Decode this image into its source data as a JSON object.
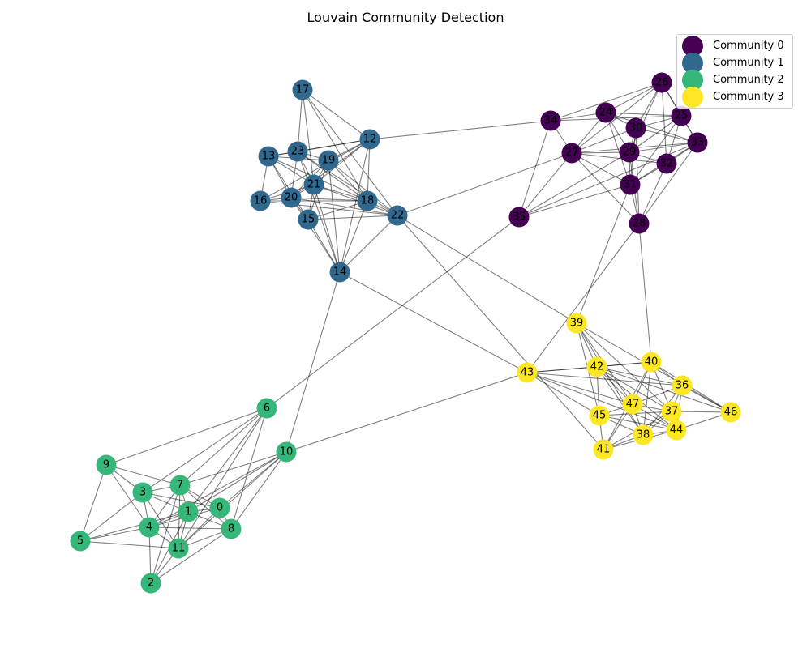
{
  "title": "Louvain Community Detection",
  "communities": [
    {
      "id": 0,
      "label": "Community 0",
      "color": "#440154"
    },
    {
      "id": 1,
      "label": "Community 1",
      "color": "#31688e"
    },
    {
      "id": 2,
      "label": "Community 2",
      "color": "#35b779"
    },
    {
      "id": 3,
      "label": "Community 3",
      "color": "#fde725"
    }
  ],
  "nodes": [
    {
      "id": "0",
      "community": 2
    },
    {
      "id": "1",
      "community": 2
    },
    {
      "id": "2",
      "community": 2
    },
    {
      "id": "3",
      "community": 2
    },
    {
      "id": "4",
      "community": 2
    },
    {
      "id": "5",
      "community": 2
    },
    {
      "id": "6",
      "community": 2
    },
    {
      "id": "7",
      "community": 2
    },
    {
      "id": "8",
      "community": 2
    },
    {
      "id": "9",
      "community": 2
    },
    {
      "id": "10",
      "community": 2
    },
    {
      "id": "11",
      "community": 2
    },
    {
      "id": "12",
      "community": 1
    },
    {
      "id": "13",
      "community": 1
    },
    {
      "id": "14",
      "community": 1
    },
    {
      "id": "15",
      "community": 1
    },
    {
      "id": "16",
      "community": 1
    },
    {
      "id": "17",
      "community": 1
    },
    {
      "id": "18",
      "community": 1
    },
    {
      "id": "19",
      "community": 1
    },
    {
      "id": "20",
      "community": 1
    },
    {
      "id": "21",
      "community": 1
    },
    {
      "id": "22",
      "community": 1
    },
    {
      "id": "23",
      "community": 1
    },
    {
      "id": "24",
      "community": 0
    },
    {
      "id": "25",
      "community": 0
    },
    {
      "id": "26",
      "community": 0
    },
    {
      "id": "27",
      "community": 0
    },
    {
      "id": "28",
      "community": 0
    },
    {
      "id": "29",
      "community": 0
    },
    {
      "id": "30",
      "community": 0
    },
    {
      "id": "31",
      "community": 0
    },
    {
      "id": "32",
      "community": 0
    },
    {
      "id": "33",
      "community": 0
    },
    {
      "id": "34",
      "community": 0
    },
    {
      "id": "35",
      "community": 0
    },
    {
      "id": "36",
      "community": 3
    },
    {
      "id": "37",
      "community": 3
    },
    {
      "id": "38",
      "community": 3
    },
    {
      "id": "39",
      "community": 3
    },
    {
      "id": "40",
      "community": 3
    },
    {
      "id": "41",
      "community": 3
    },
    {
      "id": "42",
      "community": 3
    },
    {
      "id": "43",
      "community": 3
    },
    {
      "id": "44",
      "community": 3
    },
    {
      "id": "45",
      "community": 3
    },
    {
      "id": "46",
      "community": 3
    },
    {
      "id": "47",
      "community": 3
    }
  ],
  "edges": [
    [
      "0",
      "1"
    ],
    [
      "0",
      "7"
    ],
    [
      "0",
      "8"
    ],
    [
      "0",
      "10"
    ],
    [
      "0",
      "4"
    ],
    [
      "0",
      "11"
    ],
    [
      "0",
      "3"
    ],
    [
      "1",
      "3"
    ],
    [
      "1",
      "4"
    ],
    [
      "1",
      "7"
    ],
    [
      "1",
      "8"
    ],
    [
      "1",
      "11"
    ],
    [
      "1",
      "6"
    ],
    [
      "1",
      "10"
    ],
    [
      "1",
      "2"
    ],
    [
      "3",
      "7"
    ],
    [
      "3",
      "4"
    ],
    [
      "3",
      "11"
    ],
    [
      "3",
      "9"
    ],
    [
      "3",
      "6"
    ],
    [
      "4",
      "7"
    ],
    [
      "4",
      "11"
    ],
    [
      "4",
      "5"
    ],
    [
      "4",
      "8"
    ],
    [
      "4",
      "2"
    ],
    [
      "4",
      "10"
    ],
    [
      "7",
      "11"
    ],
    [
      "7",
      "10"
    ],
    [
      "7",
      "8"
    ],
    [
      "7",
      "6"
    ],
    [
      "7",
      "2"
    ],
    [
      "9",
      "5"
    ],
    [
      "9",
      "4"
    ],
    [
      "9",
      "7"
    ],
    [
      "9",
      "6"
    ],
    [
      "5",
      "11"
    ],
    [
      "5",
      "1"
    ],
    [
      "5",
      "3"
    ],
    [
      "11",
      "8"
    ],
    [
      "11",
      "2"
    ],
    [
      "11",
      "10"
    ],
    [
      "2",
      "8"
    ],
    [
      "8",
      "6"
    ],
    [
      "8",
      "10"
    ],
    [
      "6",
      "11"
    ],
    [
      "10",
      "14"
    ],
    [
      "10",
      "43"
    ],
    [
      "6",
      "35"
    ],
    [
      "12",
      "17"
    ],
    [
      "12",
      "13"
    ],
    [
      "12",
      "23"
    ],
    [
      "12",
      "19"
    ],
    [
      "12",
      "21"
    ],
    [
      "12",
      "20"
    ],
    [
      "12",
      "18"
    ],
    [
      "12",
      "14"
    ],
    [
      "12",
      "16"
    ],
    [
      "12",
      "34"
    ],
    [
      "13",
      "23"
    ],
    [
      "13",
      "21"
    ],
    [
      "13",
      "19"
    ],
    [
      "13",
      "18"
    ],
    [
      "13",
      "16"
    ],
    [
      "13",
      "20"
    ],
    [
      "13",
      "15"
    ],
    [
      "17",
      "23"
    ],
    [
      "17",
      "18"
    ],
    [
      "17",
      "22"
    ],
    [
      "17",
      "21"
    ],
    [
      "23",
      "19"
    ],
    [
      "23",
      "21"
    ],
    [
      "23",
      "20"
    ],
    [
      "23",
      "18"
    ],
    [
      "23",
      "14"
    ],
    [
      "23",
      "22"
    ],
    [
      "19",
      "21"
    ],
    [
      "19",
      "20"
    ],
    [
      "19",
      "18"
    ],
    [
      "19",
      "14"
    ],
    [
      "19",
      "22"
    ],
    [
      "19",
      "15"
    ],
    [
      "21",
      "20"
    ],
    [
      "21",
      "18"
    ],
    [
      "21",
      "16"
    ],
    [
      "21",
      "15"
    ],
    [
      "21",
      "22"
    ],
    [
      "21",
      "14"
    ],
    [
      "16",
      "20"
    ],
    [
      "16",
      "18"
    ],
    [
      "16",
      "22"
    ],
    [
      "20",
      "18"
    ],
    [
      "20",
      "15"
    ],
    [
      "20",
      "22"
    ],
    [
      "20",
      "14"
    ],
    [
      "15",
      "18"
    ],
    [
      "15",
      "22"
    ],
    [
      "15",
      "14"
    ],
    [
      "18",
      "22"
    ],
    [
      "18",
      "14"
    ],
    [
      "22",
      "14"
    ],
    [
      "22",
      "27"
    ],
    [
      "22",
      "39"
    ],
    [
      "22",
      "41"
    ],
    [
      "14",
      "43"
    ],
    [
      "34",
      "24"
    ],
    [
      "34",
      "25"
    ],
    [
      "34",
      "27"
    ],
    [
      "34",
      "35"
    ],
    [
      "34",
      "26"
    ],
    [
      "24",
      "30"
    ],
    [
      "24",
      "27"
    ],
    [
      "24",
      "25"
    ],
    [
      "24",
      "29"
    ],
    [
      "24",
      "31"
    ],
    [
      "24",
      "33"
    ],
    [
      "24",
      "26"
    ],
    [
      "26",
      "30"
    ],
    [
      "26",
      "25"
    ],
    [
      "26",
      "29"
    ],
    [
      "26",
      "32"
    ],
    [
      "26",
      "33"
    ],
    [
      "26",
      "27"
    ],
    [
      "25",
      "30"
    ],
    [
      "25",
      "33"
    ],
    [
      "25",
      "29"
    ],
    [
      "25",
      "31"
    ],
    [
      "25",
      "32"
    ],
    [
      "30",
      "27"
    ],
    [
      "30",
      "29"
    ],
    [
      "30",
      "33"
    ],
    [
      "30",
      "31"
    ],
    [
      "30",
      "28"
    ],
    [
      "27",
      "29"
    ],
    [
      "27",
      "31"
    ],
    [
      "27",
      "28"
    ],
    [
      "27",
      "35"
    ],
    [
      "27",
      "33"
    ],
    [
      "27",
      "32"
    ],
    [
      "29",
      "31"
    ],
    [
      "29",
      "32"
    ],
    [
      "29",
      "33"
    ],
    [
      "29",
      "28"
    ],
    [
      "29",
      "35"
    ],
    [
      "32",
      "33"
    ],
    [
      "32",
      "31"
    ],
    [
      "32",
      "28"
    ],
    [
      "31",
      "28"
    ],
    [
      "31",
      "35"
    ],
    [
      "31",
      "33"
    ],
    [
      "33",
      "28"
    ],
    [
      "33",
      "35"
    ],
    [
      "31",
      "39"
    ],
    [
      "28",
      "40"
    ],
    [
      "28",
      "43"
    ],
    [
      "43",
      "42"
    ],
    [
      "43",
      "40"
    ],
    [
      "43",
      "47"
    ],
    [
      "43",
      "36"
    ],
    [
      "43",
      "45"
    ],
    [
      "43",
      "44"
    ],
    [
      "39",
      "42"
    ],
    [
      "39",
      "47"
    ],
    [
      "39",
      "37"
    ],
    [
      "39",
      "46"
    ],
    [
      "39",
      "45"
    ],
    [
      "39",
      "38"
    ],
    [
      "42",
      "40"
    ],
    [
      "42",
      "47"
    ],
    [
      "42",
      "36"
    ],
    [
      "42",
      "37"
    ],
    [
      "42",
      "45"
    ],
    [
      "42",
      "44"
    ],
    [
      "42",
      "38"
    ],
    [
      "42",
      "46"
    ],
    [
      "40",
      "36"
    ],
    [
      "40",
      "47"
    ],
    [
      "40",
      "37"
    ],
    [
      "40",
      "38"
    ],
    [
      "40",
      "41"
    ],
    [
      "40",
      "46"
    ],
    [
      "36",
      "47"
    ],
    [
      "36",
      "37"
    ],
    [
      "36",
      "44"
    ],
    [
      "36",
      "46"
    ],
    [
      "36",
      "38"
    ],
    [
      "47",
      "37"
    ],
    [
      "47",
      "45"
    ],
    [
      "47",
      "38"
    ],
    [
      "47",
      "44"
    ],
    [
      "47",
      "41"
    ],
    [
      "37",
      "44"
    ],
    [
      "37",
      "46"
    ],
    [
      "37",
      "38"
    ],
    [
      "37",
      "45"
    ],
    [
      "37",
      "41"
    ],
    [
      "45",
      "41"
    ],
    [
      "45",
      "38"
    ],
    [
      "45",
      "44"
    ],
    [
      "38",
      "41"
    ],
    [
      "38",
      "44"
    ],
    [
      "44",
      "46"
    ],
    [
      "44",
      "41"
    ]
  ]
}
